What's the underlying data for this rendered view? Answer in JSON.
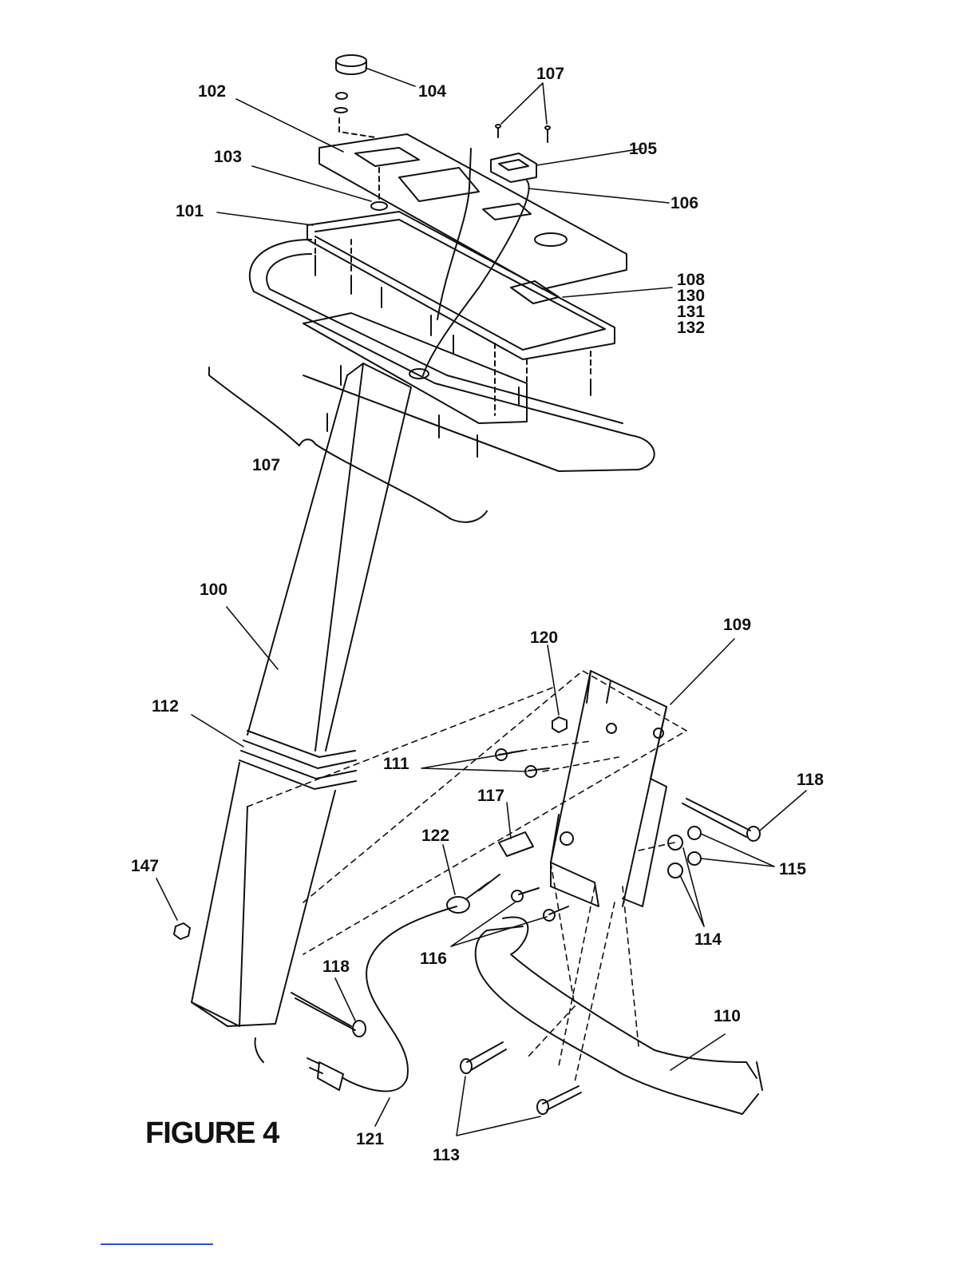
{
  "figure": {
    "title": "FIGURE 4"
  },
  "parts": {
    "p100": "100",
    "p101": "101",
    "p102": "102",
    "p103": "103",
    "p104": "104",
    "p105": "105",
    "p106": "106",
    "p107_top": "107",
    "p107_left": "107",
    "p108": "108",
    "p130": "130",
    "p131": "131",
    "p132": "132",
    "p109": "109",
    "p110": "110",
    "p111": "111",
    "p112": "112",
    "p113": "113",
    "p114": "114",
    "p115": "115",
    "p116": "116",
    "p117": "117",
    "p118_right": "118",
    "p118_bottom": "118",
    "p120": "120",
    "p121": "121",
    "p122": "122",
    "p147": "147"
  },
  "colors": {
    "ink": "#111111",
    "footer_rule": "#2a4fd0"
  }
}
